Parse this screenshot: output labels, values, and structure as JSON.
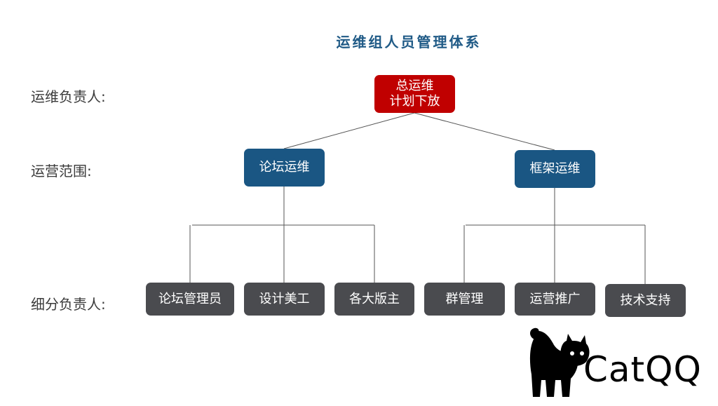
{
  "title": "运维组人员管理体系",
  "row_labels": {
    "lead": "运维负责人:",
    "scope": "运营范围:",
    "sub_lead": "细分负责人:"
  },
  "root": {
    "line1": "总运维",
    "line2": "计划下放"
  },
  "level2": {
    "left": "论坛运维",
    "right": "框架运维"
  },
  "leaves": {
    "forum_admin": "论坛管理员",
    "design_art": "设计美工",
    "section_mods": "各大版主",
    "group_admin": "群管理",
    "ops_promo": "运营推广",
    "tech_support": "技术支持"
  },
  "logo": {
    "text": "CatQQ",
    "icon": "cat-icon"
  }
}
